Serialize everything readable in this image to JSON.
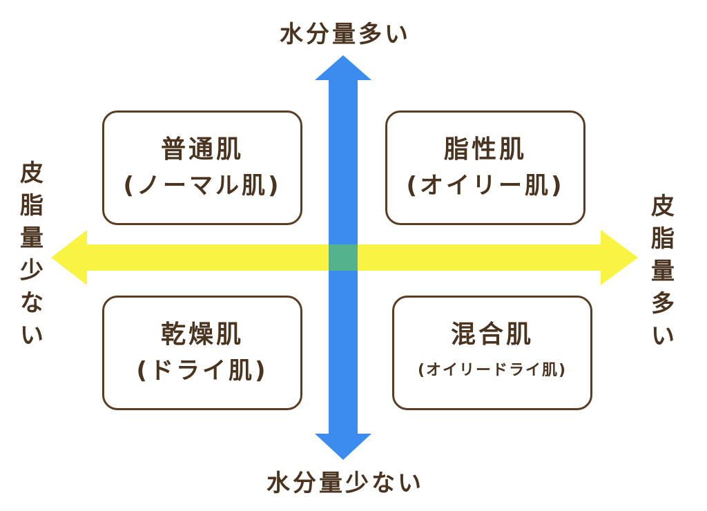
{
  "colors": {
    "vertical_axis": "#3c8cf0",
    "horizontal_axis": "#f8f230",
    "border": "#5a3c22",
    "text": "#4a3420"
  },
  "axes": {
    "top": "水分量多い",
    "bottom": "水分量少ない",
    "left": "皮脂量少ない",
    "right": "皮脂量多い"
  },
  "quadrants": {
    "top_left": {
      "title": "普通肌",
      "subtitle": "(ノーマル肌)"
    },
    "top_right": {
      "title": "脂性肌",
      "subtitle": "(オイリー肌)"
    },
    "bottom_left": {
      "title": "乾燥肌",
      "subtitle": "(ドライ肌)"
    },
    "bottom_right": {
      "title": "混合肌",
      "subtitle": "(オイリードライ肌)"
    }
  }
}
